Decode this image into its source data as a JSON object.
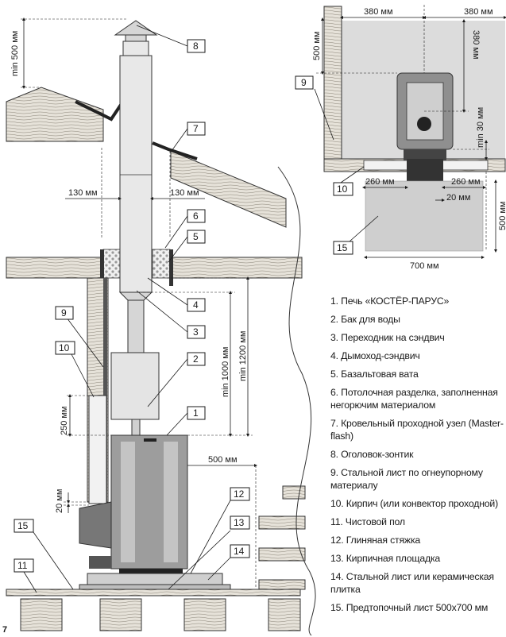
{
  "callouts": {
    "c1": "1",
    "c2": "2",
    "c3": "3",
    "c4": "4",
    "c5": "5",
    "c6": "6",
    "c7": "7",
    "c8": "8",
    "c9": "9",
    "c9b": "9",
    "c10": "10",
    "c10b": "10",
    "c11": "11",
    "c12": "12",
    "c13": "13",
    "c14": "14",
    "c15": "15",
    "c15b": "15"
  },
  "dimensions": {
    "min500": "min 500 мм",
    "gap130_left": "130 мм",
    "gap130_right": "130 мм",
    "min1000": "min 1000 мм",
    "min1200": "min 1200 мм",
    "d250": "250 мм",
    "d500_side": "500 мм",
    "d20_left": "20 мм",
    "top380_left": "380 мм",
    "top380_right": "380 мм",
    "side500": "500 мм",
    "side380": "380 мм",
    "min30": "min 30 мм",
    "d260_left": "260 мм",
    "d260_right": "260 мм",
    "d20_right": "20 мм",
    "d500_right": "500 мм",
    "d700": "700 мм"
  },
  "legend": [
    "1. Печь «КОСТЁР-ПАРУС»",
    "2. Бак для воды",
    "3. Переходник на сэндвич",
    "4. Дымоход-сэндвич",
    "5. Базальтовая вата",
    "6. Потолочная разделка, заполненная негорючим материалом",
    "7. Кровельный проходной узел (Master-flash)",
    "8. Оголовок-зонтик",
    "9. Стальной лист по огнеупорному материалу",
    "10. Кирпич (или конвектор проходной)",
    "11. Чистовой пол",
    "12. Глиняная  стяжка",
    "13. Кирпичная площадка",
    "14. Стальной лист или керамическая плитка",
    "15. Предтопочный лист 500х700 мм"
  ],
  "page_number": "7"
}
